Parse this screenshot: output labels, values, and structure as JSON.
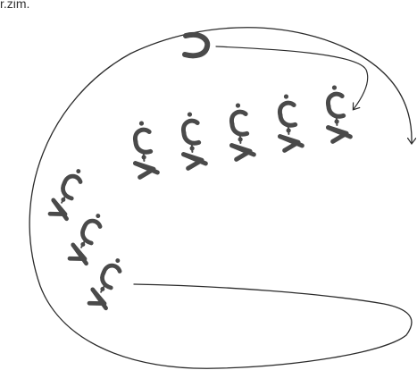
{
  "top_label": "r.zim.",
  "colors": {
    "background": "#ffffff",
    "line": "#2b2b2b",
    "glyph": "#4a4a4a",
    "text": "#333333"
  },
  "glyphs": {
    "seed": "seed-glyph",
    "unit": "chain-unit-glyph"
  },
  "counts": {
    "vertical_chains": 5,
    "side_chain_units": 3
  }
}
